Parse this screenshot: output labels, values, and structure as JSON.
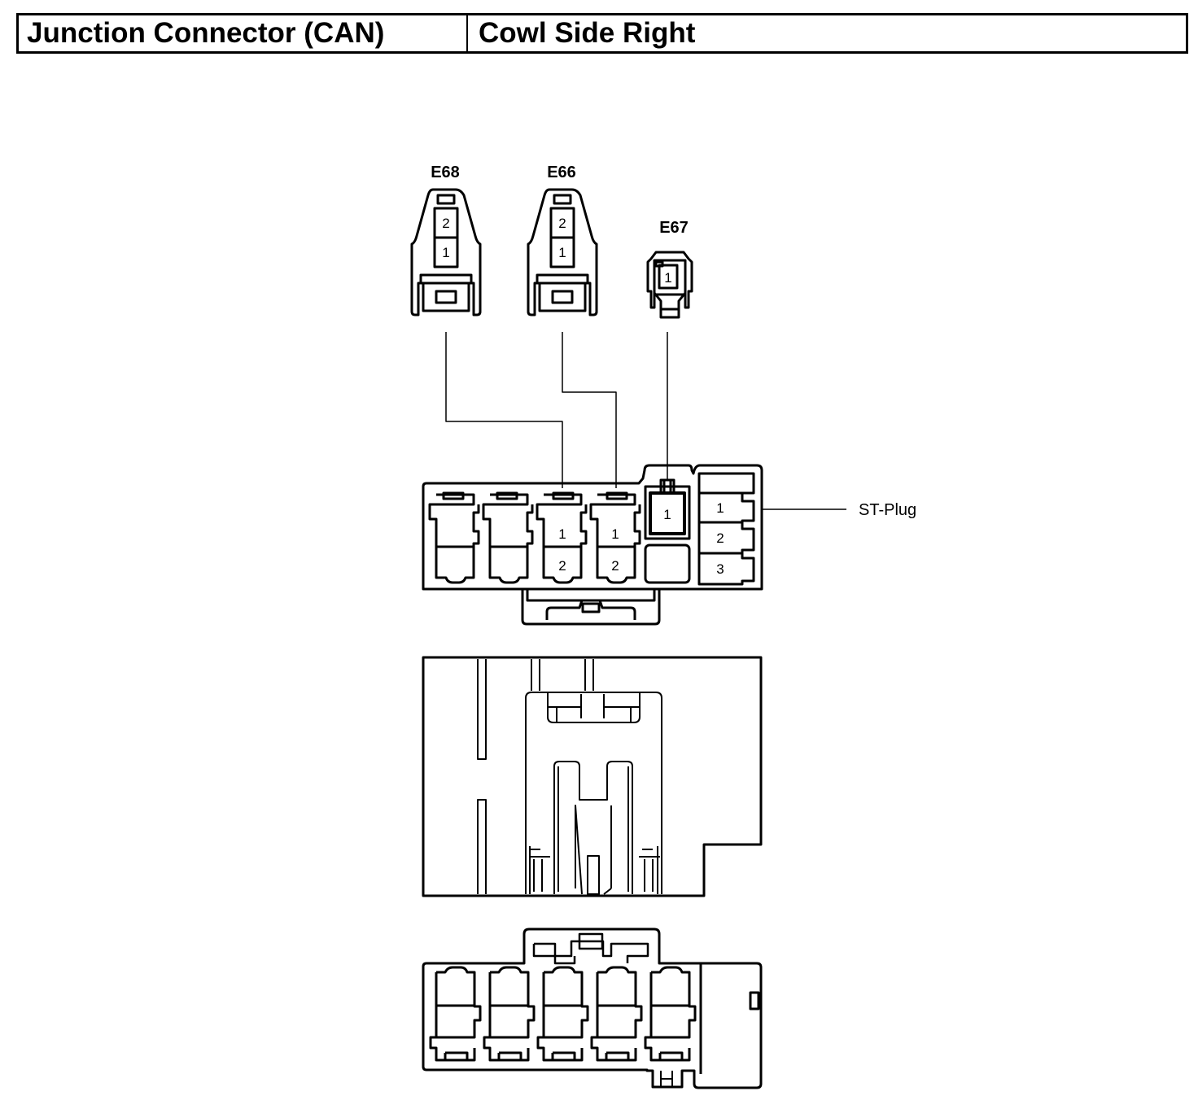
{
  "header": {
    "title": "Junction Connector (CAN)",
    "location": "Cowl Side Right"
  },
  "connectors": {
    "e68": {
      "label": "E68",
      "pins": [
        "2",
        "1"
      ]
    },
    "e66": {
      "label": "E66",
      "pins": [
        "2",
        "1"
      ]
    },
    "e67": {
      "label": "E67",
      "pins": [
        "1"
      ]
    }
  },
  "junction_block": {
    "cavity3_pins": [
      "1",
      "2"
    ],
    "cavity4_pins": [
      "1",
      "2"
    ],
    "cavity5_pin": "1",
    "st_plug_pins": [
      "1",
      "2",
      "3"
    ],
    "st_plug_label": "ST-Plug"
  },
  "colors": {
    "line": "#000000",
    "background": "#ffffff"
  }
}
